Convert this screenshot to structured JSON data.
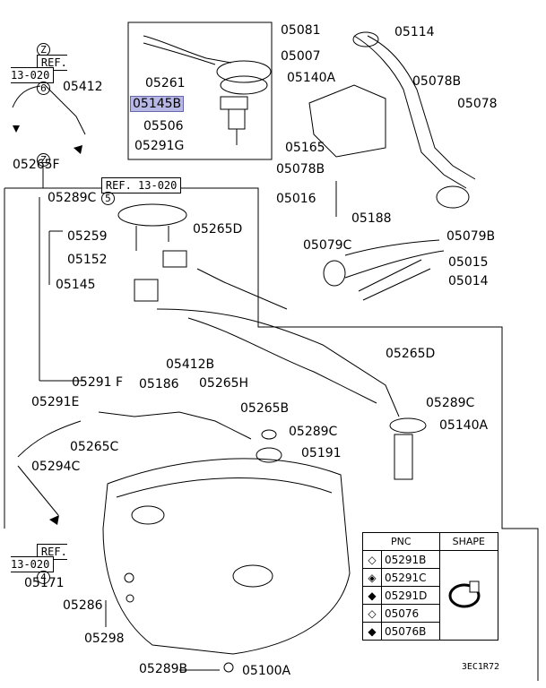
{
  "refs": {
    "r_top_z": "REF.\n13-020",
    "r_top_z_num": "6",
    "r_mid": "REF. 13-020",
    "r_mid_num": "5",
    "r_bot": "REF.\n13-020",
    "r_bot_num": "4",
    "z_letter": "Z"
  },
  "labels": {
    "p05412": "05412",
    "p05265F": "05265F",
    "p05261": "05261",
    "p05145B": "05145B",
    "p05506": "05506",
    "p05291G": "05291G",
    "p05081": "05081",
    "p05114": "05114",
    "p05007": "05007",
    "p05140A_top": "05140A",
    "p05078B_a": "05078B",
    "p05078": "05078",
    "p05165": "05165",
    "p05078B_b": "05078B",
    "p05016": "05016",
    "p05188": "05188",
    "p05079C": "05079C",
    "p05079B": "05079B",
    "p05015": "05015",
    "p05014": "05014",
    "p05289C_a": "05289C",
    "p05259": "05259",
    "p05152": "05152",
    "p05145": "05145",
    "p05265D_a": "05265D",
    "p05412B": "05412B",
    "p05265H": "05265H",
    "p05265D_b": "05265D",
    "p05289C_b": "05289C",
    "p05140A_mid": "05140A",
    "p05291F": "05291 F",
    "p05186": "05186",
    "p05291E": "05291E",
    "p05265B": "05265B",
    "p05289C_c": "05289C",
    "p05265C": "05265C",
    "p05191": "05191",
    "p05294C": "05294C",
    "p05171": "05171",
    "p05286": "05286",
    "p05298": "05298",
    "p05289B": "05289B",
    "p05100A": "05100A"
  },
  "legend": {
    "col_pnc": "PNC",
    "col_shape": "SHAPE",
    "rows": [
      {
        "pnc": "05291B",
        "symbol": "diamond-open"
      },
      {
        "pnc": "05291C",
        "symbol": "diamond-half"
      },
      {
        "pnc": "05291D",
        "symbol": "diamond-filled"
      },
      {
        "pnc": "05076",
        "symbol": "diamond-cross"
      },
      {
        "pnc": "05076B",
        "symbol": "diamond-filled-cross"
      }
    ]
  },
  "code": "3EC1R72",
  "highlight_color": "#b8b8e6"
}
